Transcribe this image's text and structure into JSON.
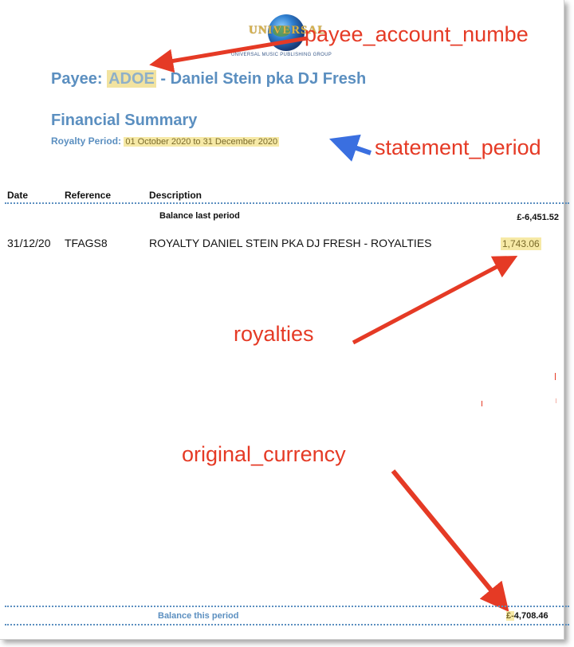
{
  "logo": {
    "word": "UNIVERSAL",
    "subtitle": "UNIVERSAL MUSIC PUBLISHING GROUP"
  },
  "payee": {
    "label": "Payee: ",
    "code": "ADOE",
    "name": " - Daniel Stein pka DJ Fresh"
  },
  "summary": {
    "title": "Financial Summary",
    "period_label": "Royalty Period",
    "period_sep": ": ",
    "period_value": "01 October 2020 to 31 December 2020"
  },
  "table": {
    "headers": [
      "Date",
      "Reference",
      "Description"
    ],
    "balance_last_label": "Balance last period",
    "balance_last_value": "£-6,451.52",
    "rows": [
      {
        "date": "31/12/20",
        "reference": "TFAGS8",
        "description": "ROYALTY DANIEL STEIN PKA DJ FRESH - ROYALTIES",
        "amount": "1,743.06"
      }
    ],
    "balance_this_label": "Balance this period",
    "balance_this_currency": "£-",
    "balance_this_value": "4,708.46"
  },
  "annotations": {
    "payee_account": "payee_account_numbe",
    "statement_period": "statement_period",
    "royalties": "royalties",
    "original_currency": "original_currency",
    "colors": {
      "red": "#e53a25",
      "blue": "#3a6fe0",
      "highlight": "#f6e9a6",
      "heading_blue": "#5b8fc0"
    }
  }
}
